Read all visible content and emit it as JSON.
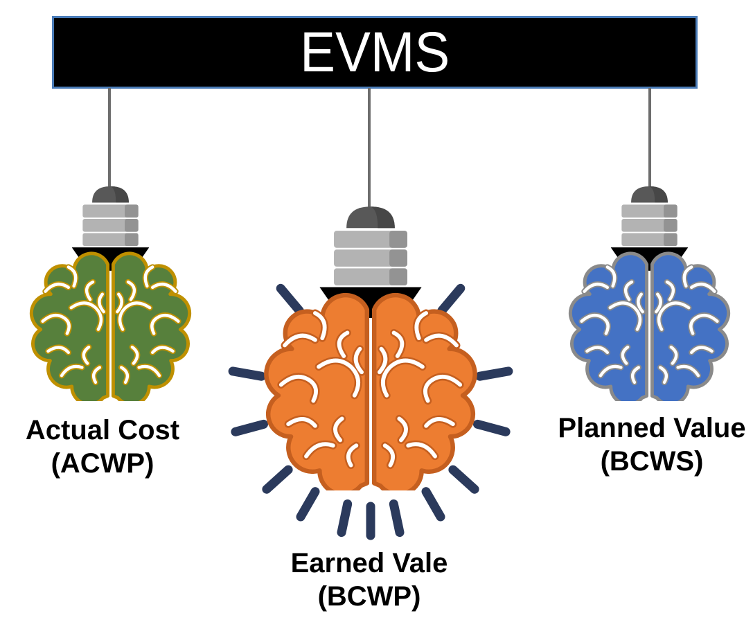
{
  "banner": {
    "title": "EVMS",
    "background": "#000000",
    "border_color": "#4a7cb8",
    "text_color": "#ffffff"
  },
  "bulbs": [
    {
      "name": "actual-cost",
      "icon": "brain-lightbulb-icon",
      "label_line1": "Actual Cost",
      "label_line2": "(ACWP)",
      "colors": {
        "fill": "#57803c",
        "outline": "#bf9000"
      }
    },
    {
      "name": "earned-value",
      "icon": "brain-lightbulb-icon",
      "label_line1": "Earned Vale",
      "label_line2": "(BCWP)",
      "colors": {
        "fill": "#ed7d31",
        "outline": "#c55f1f"
      },
      "rays": {
        "icon": "radiating-rays-icon",
        "color": "#2b3a5c",
        "count": 13
      }
    },
    {
      "name": "planned-value",
      "icon": "brain-lightbulb-icon",
      "label_line1": "Planned Value",
      "label_line2": "(BCWS)",
      "colors": {
        "fill": "#4472c4",
        "outline": "#8a8a8a"
      }
    }
  ],
  "hardware": {
    "wire_color": "#6d6d6d",
    "cap_color": "#585858",
    "cap_shadow": "#474747",
    "screw_color": "#b3b3b3",
    "screw_shadow": "#939393",
    "neck_color": "#000000"
  }
}
